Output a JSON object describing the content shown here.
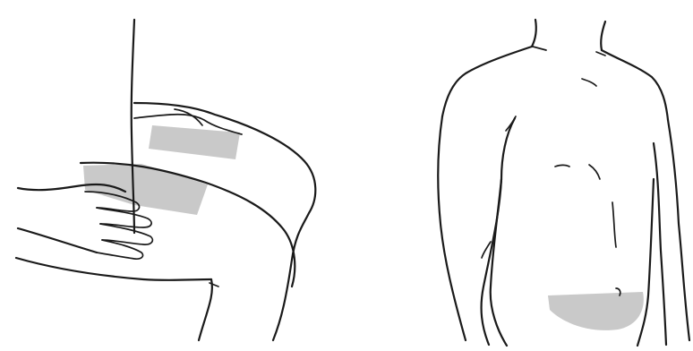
{
  "colors": {
    "background": "#ffffff",
    "line": "#1a1a1a",
    "patch": "#c9c9c9"
  },
  "panels": [
    {
      "id": "upper-arm-and-hand",
      "patches": [
        "upper-arm-patch",
        "outer-arm-patch"
      ]
    },
    {
      "id": "torso-front",
      "patches": [
        "lower-abdomen-patch"
      ]
    }
  ]
}
